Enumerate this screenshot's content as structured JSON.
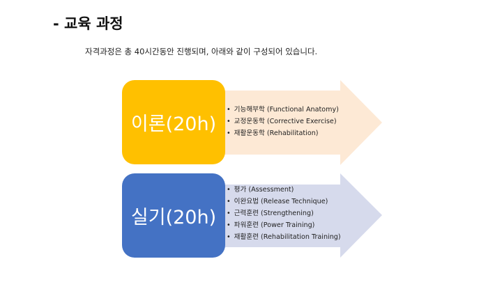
{
  "slide": {
    "title": "- 교육 과정",
    "subtitle": "자격과정은 총 40시간동안 진행되며, 아래와 같이 구성되어 있습니다.",
    "sections": [
      {
        "label": "이론(20h)",
        "color": "#FFC000",
        "arrow_color": "#FDE9D5",
        "items": [
          "기능해부학 (Functional Anatomy)",
          "교정운동학 (Corrective Exercise)",
          "재활운동학 (Rehabilitation)"
        ]
      },
      {
        "label": "실기(20h)",
        "color": "#4472C4",
        "arrow_color": "#D6DAEC",
        "items": [
          "평가 (Assessment)",
          "이완요법 (Release Technique)",
          "근력훈련 (Strengthening)",
          "파워훈련 (Power Training)",
          "재활훈련 (Rehabilitation Training)"
        ]
      }
    ]
  }
}
